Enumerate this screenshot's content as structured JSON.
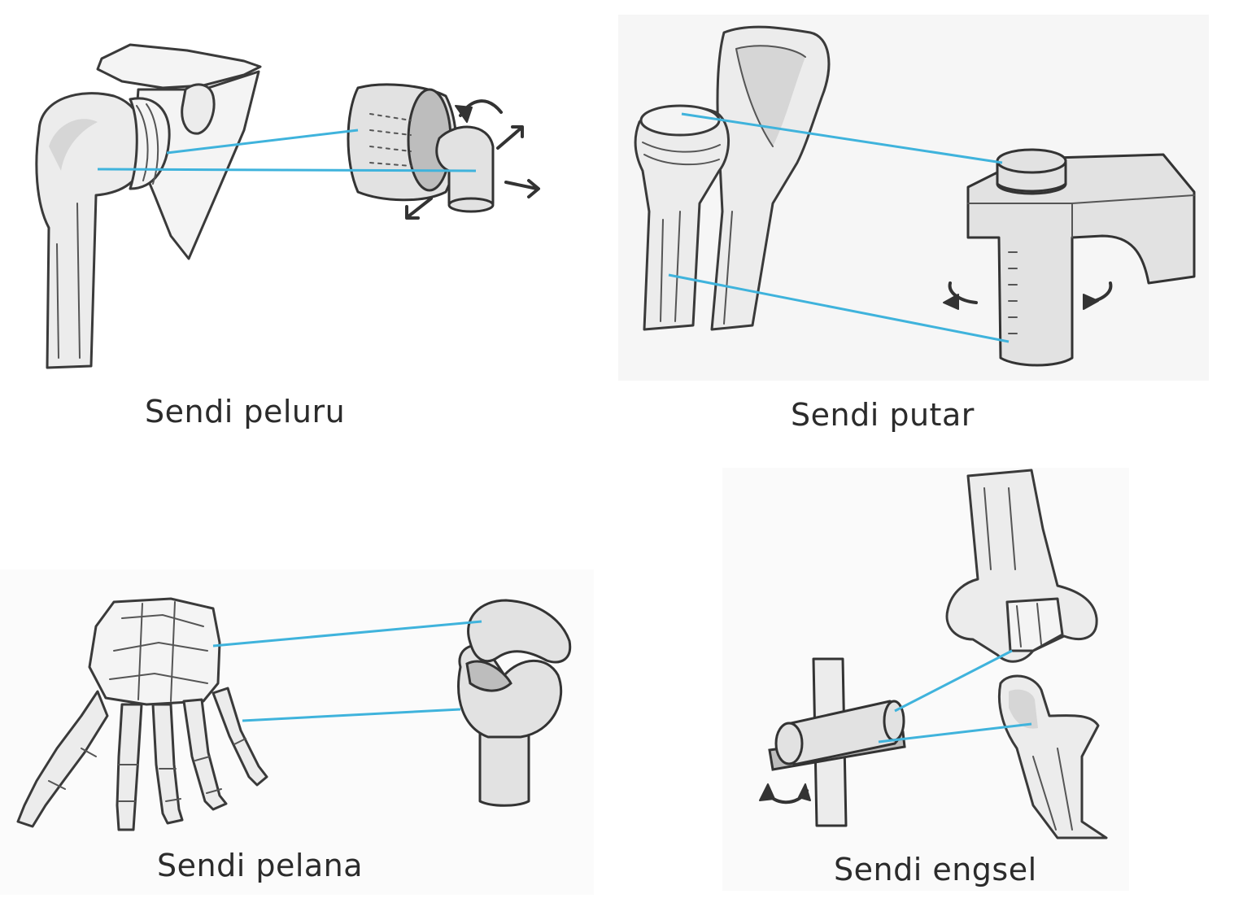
{
  "diagram": {
    "panels": [
      {
        "id": "ball-socket",
        "label": "Sendi peluru"
      },
      {
        "id": "pivot",
        "label": "Sendi putar"
      },
      {
        "id": "saddle",
        "label": "Sendi pelana"
      },
      {
        "id": "hinge",
        "label": "Sendi engsel"
      }
    ],
    "connector_color": "#3fb3dc",
    "bone_color": "#ececec",
    "outline_color": "#3a3a3a"
  }
}
